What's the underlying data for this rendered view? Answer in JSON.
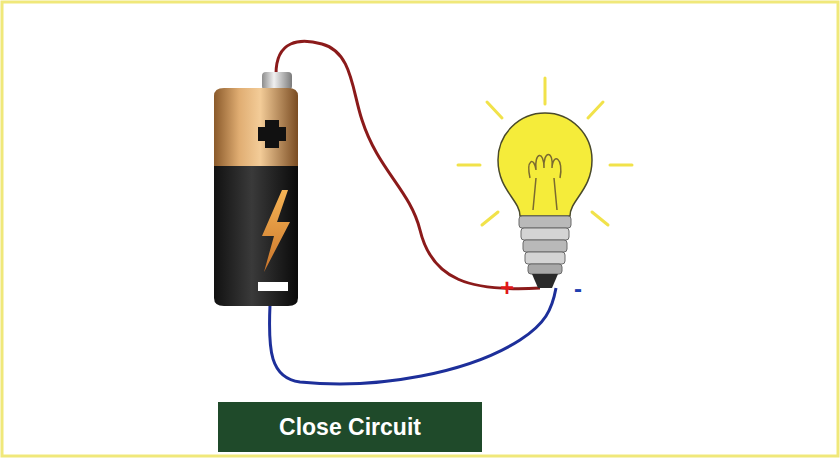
{
  "diagram": {
    "nodes": [
      {
        "text": [
          "Close Circuit"
        ]
      }
    ],
    "labels": [
      "+",
      "-"
    ]
  }
}
